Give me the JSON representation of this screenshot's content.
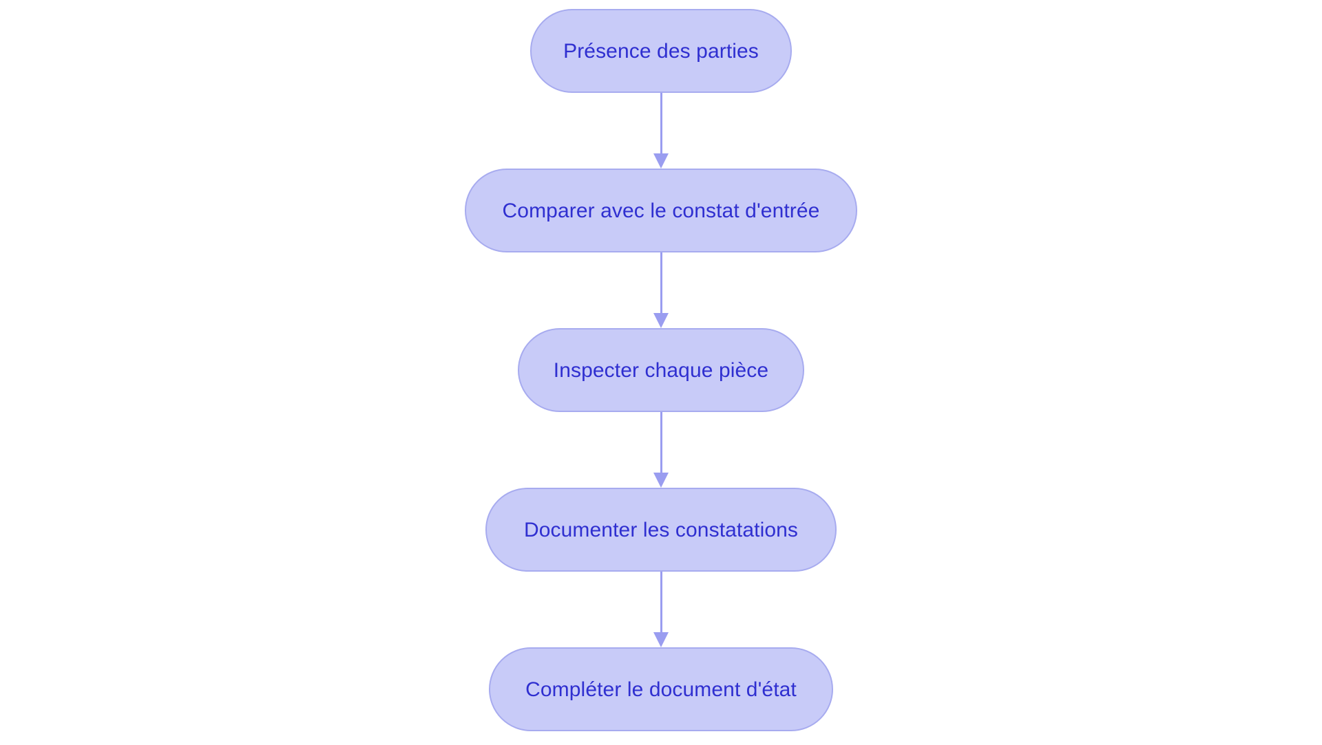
{
  "diagram": {
    "type": "flowchart",
    "orientation": "top-to-bottom",
    "background_color": "#ffffff",
    "node_fill_color": "#c8cbf8",
    "node_border_color": "#a7abef",
    "node_text_color": "#2f2fd0",
    "connector_color": "#9a9df0",
    "nodes": [
      {
        "id": "n1",
        "label": "Présence des parties",
        "shape": "stadium"
      },
      {
        "id": "n2",
        "label": "Comparer avec le constat d'entrée",
        "shape": "stadium"
      },
      {
        "id": "n3",
        "label": "Inspecter chaque pièce",
        "shape": "stadium"
      },
      {
        "id": "n4",
        "label": "Documenter les constatations",
        "shape": "stadium"
      },
      {
        "id": "n5",
        "label": "Compléter le document d'état",
        "shape": "stadium"
      }
    ],
    "edges": [
      {
        "from": "n1",
        "to": "n2",
        "label": "",
        "arrow": "down"
      },
      {
        "from": "n2",
        "to": "n3",
        "label": "",
        "arrow": "down"
      },
      {
        "from": "n3",
        "to": "n4",
        "label": "",
        "arrow": "down"
      },
      {
        "from": "n4",
        "to": "n5",
        "label": "",
        "arrow": "down"
      }
    ]
  }
}
